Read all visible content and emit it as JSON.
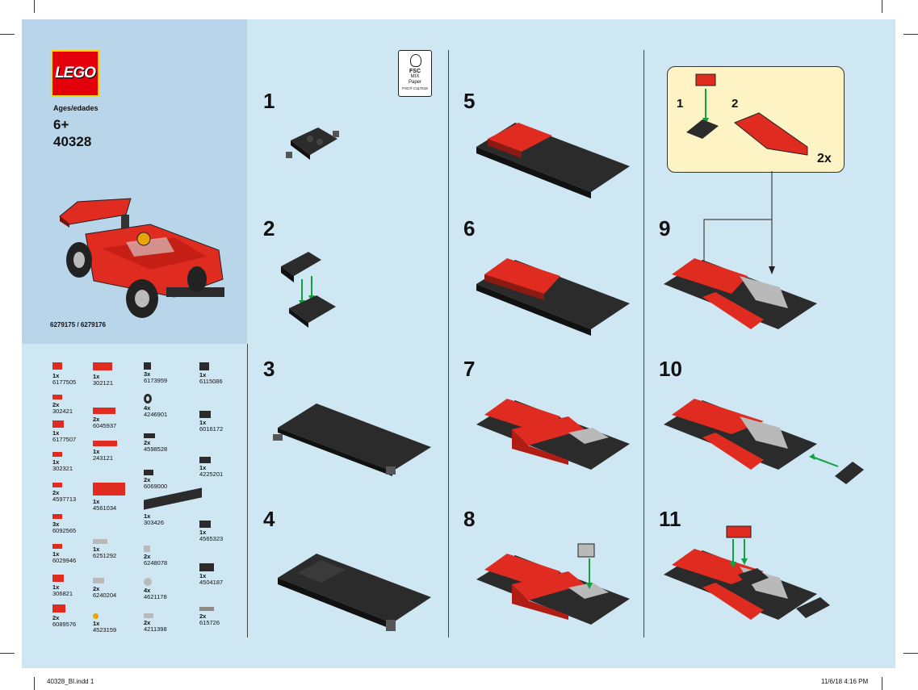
{
  "brand": {
    "logo_text": "LEGO",
    "logo_color": "#e3000b",
    "logo_border": "#ffd400"
  },
  "box": {
    "ages_label": "Ages/edades",
    "age_value": "6+",
    "set_number": "40328",
    "element_ids": "6279175 / 6279176"
  },
  "fsc": {
    "logo": "FSC",
    "line1": "MIX",
    "line2": "Paper",
    "line3": "FSC® C117618"
  },
  "steps": [
    "1",
    "2",
    "3",
    "4",
    "5",
    "6",
    "7",
    "8",
    "9",
    "10",
    "11"
  ],
  "callout": {
    "sub1": "1",
    "sub2": "2",
    "multiplier": "2x"
  },
  "parts": [
    {
      "qty": "1x",
      "id": "6177505"
    },
    {
      "qty": "2x",
      "id": "302421"
    },
    {
      "qty": "1x",
      "id": "6177507"
    },
    {
      "qty": "1x",
      "id": "302321"
    },
    {
      "qty": "2x",
      "id": "4597713"
    },
    {
      "qty": "3x",
      "id": "6092565"
    },
    {
      "qty": "1x",
      "id": "6029946"
    },
    {
      "qty": "1x",
      "id": "306821"
    },
    {
      "qty": "2x",
      "id": "6089576"
    },
    {
      "qty": "1x",
      "id": "302121"
    },
    {
      "qty": "2x",
      "id": "6045937"
    },
    {
      "qty": "1x",
      "id": "243121"
    },
    {
      "qty": "1x",
      "id": "4561034"
    },
    {
      "qty": "1x",
      "id": "6251292"
    },
    {
      "qty": "2x",
      "id": "6240204"
    },
    {
      "qty": "1x",
      "id": "4523159"
    },
    {
      "qty": "3x",
      "id": "6173959"
    },
    {
      "qty": "4x",
      "id": "4246901"
    },
    {
      "qty": "2x",
      "id": "4598528"
    },
    {
      "qty": "2x",
      "id": "6069000"
    },
    {
      "qty": "1x",
      "id": "303426"
    },
    {
      "qty": "2x",
      "id": "6248078"
    },
    {
      "qty": "4x",
      "id": "4621178"
    },
    {
      "qty": "2x",
      "id": "4211398"
    },
    {
      "qty": "1x",
      "id": "6115086"
    },
    {
      "qty": "1x",
      "id": "6016172"
    },
    {
      "qty": "1x",
      "id": "4225201"
    },
    {
      "qty": "1x",
      "id": "4565323"
    },
    {
      "qty": "1x",
      "id": "4504187"
    },
    {
      "qty": "2x",
      "id": "615726"
    }
  ],
  "footer": {
    "file": "40328_BI.indd   1",
    "date": "11/6/18   4:16 PM"
  },
  "colors": {
    "red": "#e02b20",
    "dark": "#2b2b2b",
    "light_gray": "#b9b9b9",
    "arrow_green": "#10a040",
    "sheet": "#cfe6f3",
    "panel": "#b8d5ea",
    "callout": "#fdf3c4"
  }
}
